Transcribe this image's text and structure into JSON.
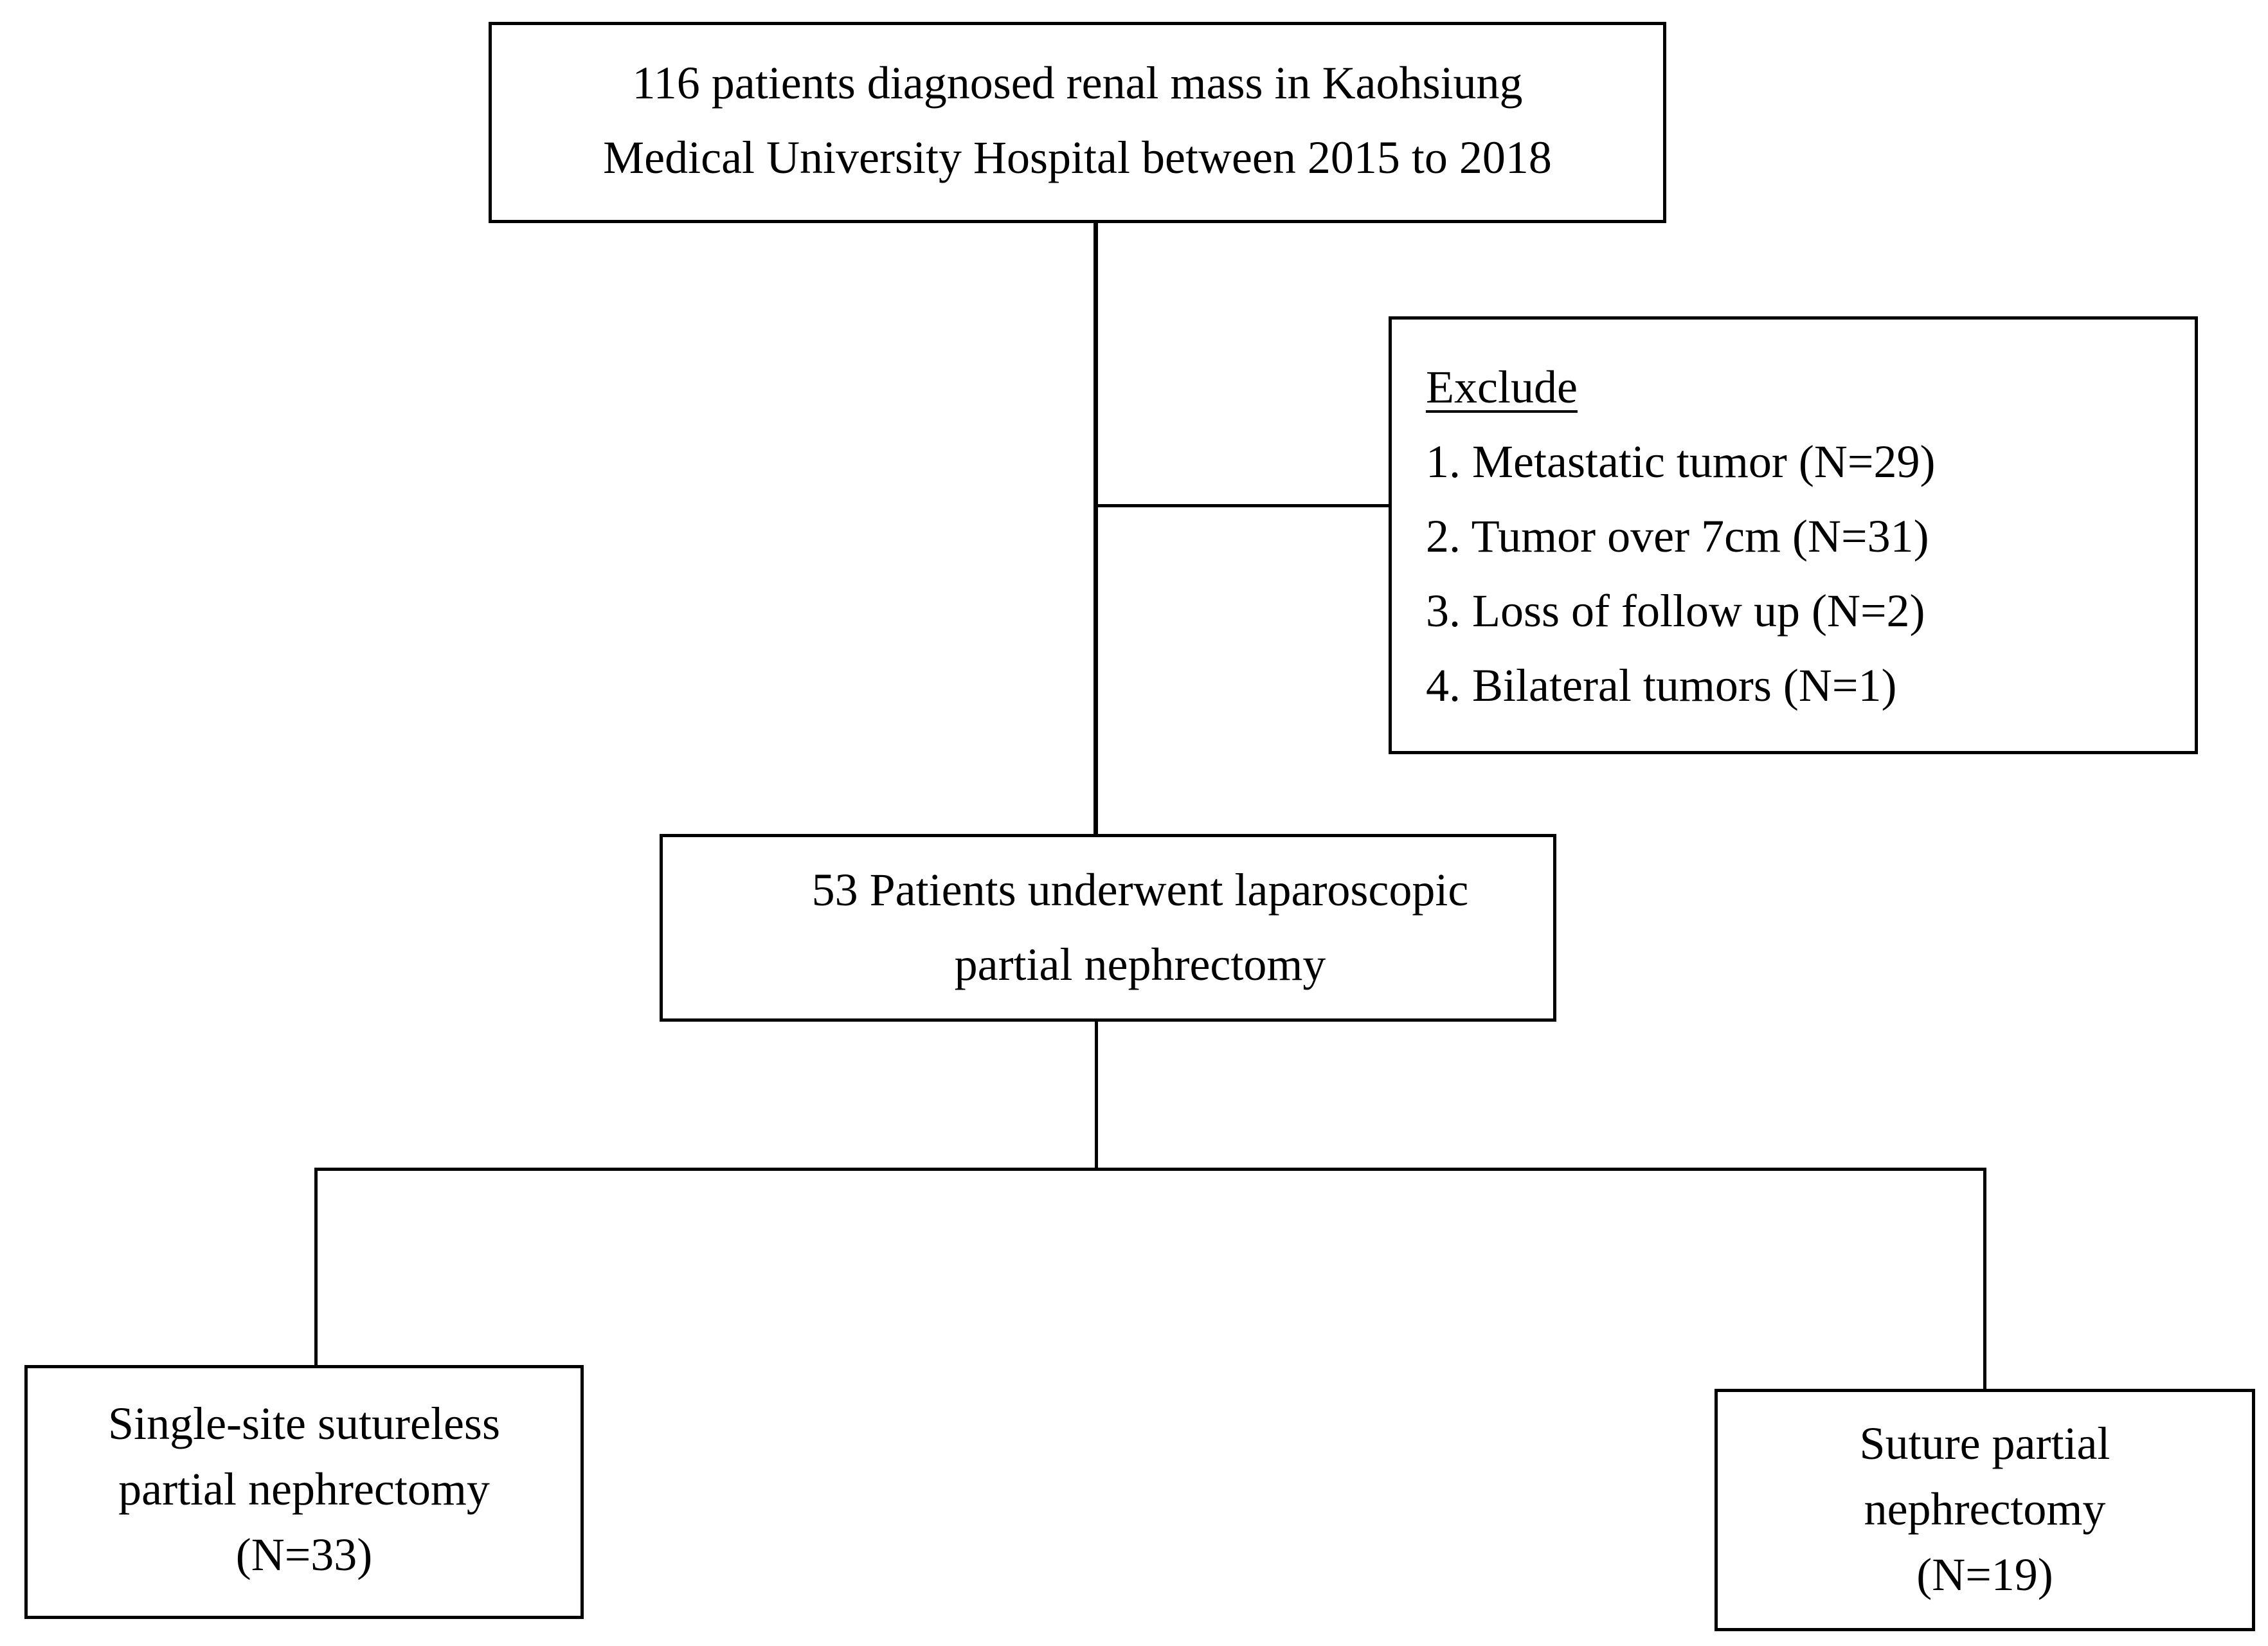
{
  "top_box": {
    "line1": "116 patients diagnosed renal mass in Kaohsiung",
    "line2": "Medical University Hospital between 2015 to 2018"
  },
  "exclude_box": {
    "heading": "Exclude",
    "items": [
      "1. Metastatic tumor (N=29)",
      "2. Tumor over 7cm (N=31)",
      "3. Loss of follow up (N=2)",
      "4. Bilateral tumors (N=1)"
    ]
  },
  "middle_box": {
    "line1": "53 Patients underwent laparoscopic",
    "line2": "partial nephrectomy"
  },
  "left_box": {
    "line1": "Single-site sutureless",
    "line2": "partial nephrectomy",
    "line3": "(N=33)"
  },
  "right_box": {
    "line1": "Suture partial",
    "line2": "nephrectomy",
    "line3": "(N=19)"
  },
  "colors": {
    "stroke": "#000000",
    "background": "#ffffff"
  }
}
